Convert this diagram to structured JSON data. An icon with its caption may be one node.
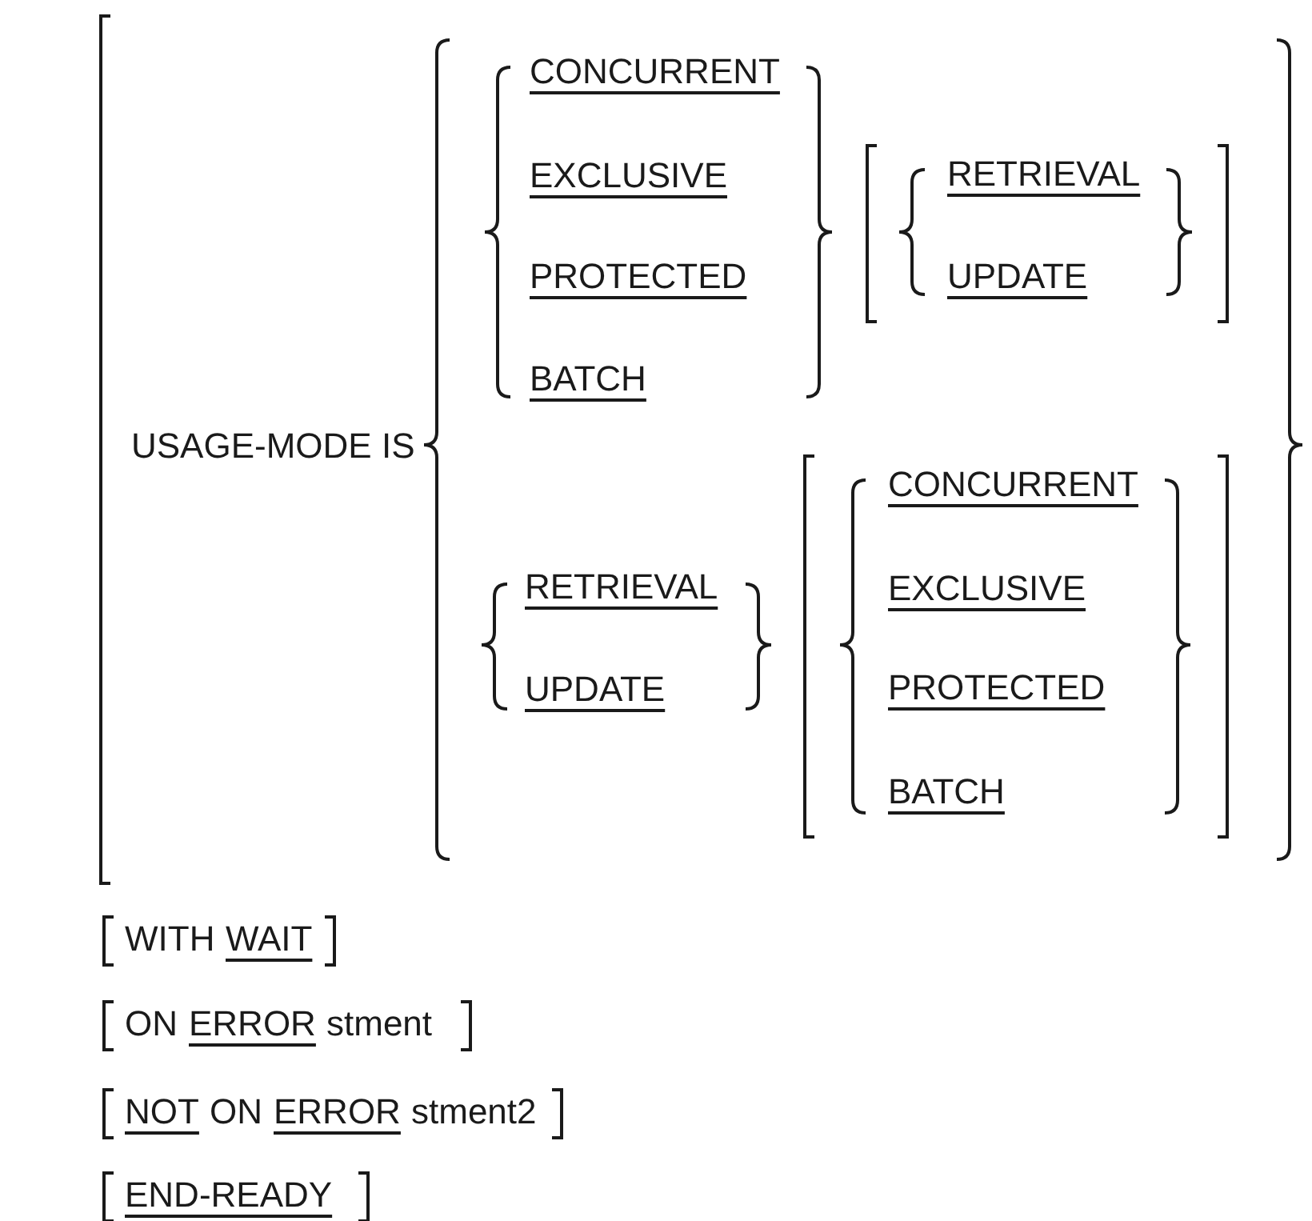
{
  "diagram": {
    "labels": [
      "CONCURRENT",
      "EXCLUSIVE",
      "RETRIEVAL",
      "PROTECTED",
      "UPDATE",
      "BATCH",
      "USAGE-MODE IS",
      "CONCURRENT",
      "RETRIEVAL",
      "EXCLUSIVE",
      "UPDATE",
      "PROTECTED",
      "BATCH",
      "WITH",
      "WAIT",
      "ON",
      "ERROR",
      "stment",
      "NOT",
      "ON",
      "ERROR",
      "stment2",
      "END-READY"
    ]
  }
}
